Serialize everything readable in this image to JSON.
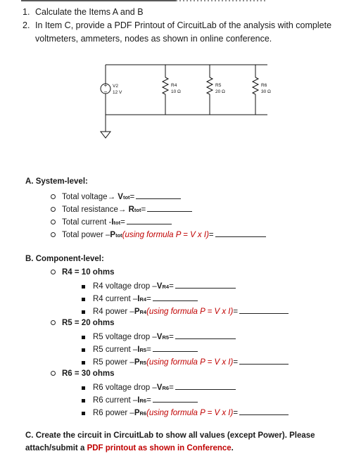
{
  "numbered_items": [
    {
      "num": "1.",
      "text": "Calculate the Items A and B"
    },
    {
      "num": "2.",
      "text": "In Item C, provide a PDF Printout of CircuitLab of the analysis with complete voltmeters, ammeters, nodes as shown in online conference."
    }
  ],
  "circuit": {
    "source": {
      "name": "V2",
      "value": "12 V",
      "plus": "+",
      "minus": "−"
    },
    "resistors": [
      {
        "name": "R4",
        "value": "10 Ω"
      },
      {
        "name": "R5",
        "value": "20 Ω"
      },
      {
        "name": "R6",
        "value": "30 Ω"
      }
    ]
  },
  "section_a": {
    "title": "A.  System-level:",
    "items": [
      {
        "label": "Total voltage ",
        "arrow": "→",
        "sym": "V",
        "sub": "tot",
        "eq": " ="
      },
      {
        "label": "Total resistance ",
        "arrow": "→",
        "sym": "R",
        "sub": "tot",
        "eq": " ="
      },
      {
        "label": "Total current - ",
        "sym": "I",
        "sub": "tot",
        "eq": " ="
      },
      {
        "label": "Total power – ",
        "sym": "P",
        "sub": "tot",
        "formula": " (using formula P = V x I)",
        "eq": " ="
      }
    ]
  },
  "section_b": {
    "title": "B.  Component-level:",
    "groups": [
      {
        "title": "R4 = 10 ohms",
        "items": [
          {
            "label": "R4 voltage drop – ",
            "sym": "V",
            "sub": "R4",
            "eq": " ="
          },
          {
            "label": "R4 current – ",
            "sym": "I",
            "sub": "R4",
            "eq": " ="
          },
          {
            "label": "R4 power – ",
            "sym": "P",
            "sub": "R4",
            "formula": " (using formula P = V x I)",
            "eq": " ="
          }
        ]
      },
      {
        "title": "R5 = 20 ohms",
        "items": [
          {
            "label": "R5 voltage drop – ",
            "sym": "V",
            "sub": "R5",
            "eq": " ="
          },
          {
            "label": "R5 current – ",
            "sym": "I",
            "sub": "R5",
            "eq": " ="
          },
          {
            "label": "R5 power – ",
            "sym": "P",
            "sub": "R5",
            "formula": " (using formula P = V x I)",
            "eq": " ="
          }
        ]
      },
      {
        "title": "R6 = 30 ohms",
        "items": [
          {
            "label": "R6 voltage drop – ",
            "sym": "V",
            "sub": "R6",
            "eq": " ="
          },
          {
            "label": "R6 current – ",
            "sym": "I",
            "sub": "R6",
            "eq": " ="
          },
          {
            "label": "R6 power – ",
            "sym": "P",
            "sub": "R6",
            "formula": " (using formula P = V x I)",
            "eq": " ="
          }
        ]
      }
    ]
  },
  "section_c": {
    "prefix": "C.  Create the circuit in CircuitLab to show all values (except Power). Please attach/submit a ",
    "highlight": "PDF printout as shown in Conference",
    "suffix": "."
  }
}
